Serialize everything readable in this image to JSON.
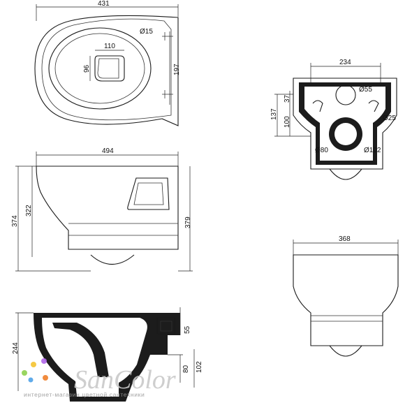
{
  "dimensions": {
    "top_width": "431",
    "top_hole_dia": "Ø15",
    "top_outlet_width": "110",
    "top_outlet_height": "96",
    "top_mount_spacing": "197",
    "side_width": "494",
    "side_height_total": "374",
    "side_height_bowl": "322",
    "side_height_right": "379",
    "back_width": "234",
    "back_inlet_dia": "Ø55",
    "back_height_total": "137",
    "back_height_a": "37",
    "back_height_b": "100",
    "back_side_hole_dia": "Ø25",
    "back_outlet_inner": "Ø80",
    "back_outlet_outer": "Ø102",
    "front_width": "368",
    "section_height": "244",
    "section_inlet": "55",
    "section_outlet_a": "80",
    "section_outlet_b": "102"
  },
  "watermark": {
    "brand": "SanColor",
    "tagline": "интернет-магазин цветной сантехники",
    "dot_colors": [
      "#8fd14f",
      "#f4c430",
      "#b066e8",
      "#4fa3e8",
      "#f07f2a"
    ]
  }
}
